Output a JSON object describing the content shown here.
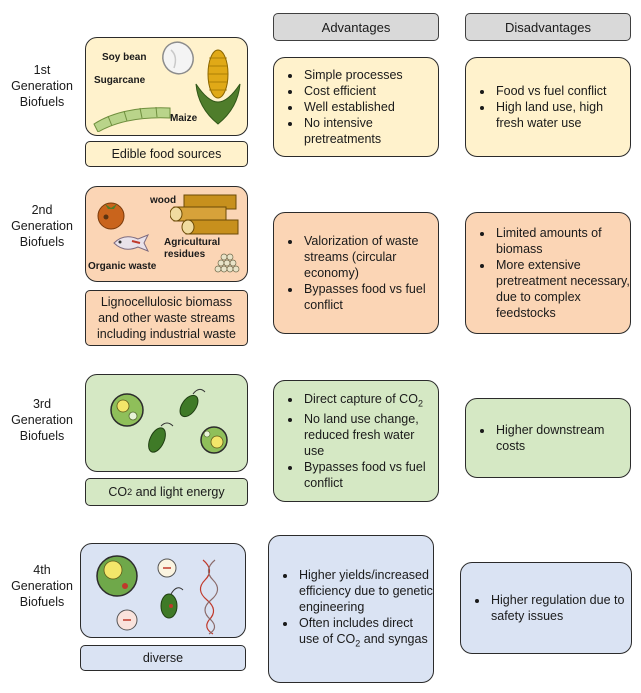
{
  "headers": {
    "advantages": "Advantages",
    "disadvantages": "Disadvantages"
  },
  "generations": [
    {
      "label_line1": "1st",
      "label_line2": "Generation",
      "label_line3": "Biofuels",
      "image_labels": [
        "Soy bean",
        "Sugarcane",
        "Maize"
      ],
      "source": "Edible food sources",
      "advantages": [
        "Simple processes",
        "Cost efficient",
        "Well established",
        "No intensive pretreatments"
      ],
      "disadvantages": [
        "Food vs fuel conflict",
        "High land use, high fresh water use"
      ],
      "color": "#fff2cc"
    },
    {
      "label_line1": "2nd",
      "label_line2": "Generation",
      "label_line3": "Biofuels",
      "image_labels": [
        "wood",
        "Agricultural residues",
        "Organic waste"
      ],
      "source": "Lignocellulosic biomass and other waste streams including industrial waste",
      "advantages": [
        "Valorization of waste streams (circular economy)",
        "Bypasses food vs fuel conflict"
      ],
      "disadvantages": [
        "Limited amounts of biomass",
        "More extensive pretreatment necessary, due to complex feedstocks"
      ],
      "color": "#fbd5b5"
    },
    {
      "label_line1": "3rd",
      "label_line2": "Generation",
      "label_line3": "Biofuels",
      "source_prefix": "CO",
      "source_sub": "2",
      "source_suffix": " and light energy",
      "advantages_a_prefix": "Direct capture of CO",
      "advantages_a_sub": "2",
      "advantages": [
        "No land use change, reduced fresh water use",
        "Bypasses food vs fuel conflict"
      ],
      "disadvantages": [
        "Higher downstream costs"
      ],
      "color": "#d5e8c4"
    },
    {
      "label_line1": "4th",
      "label_line2": "Generation",
      "label_line3": "Biofuels",
      "source": "diverse",
      "advantages": [
        "Higher yields/increased efficiency due to genetic engineering"
      ],
      "advantages_b_prefix": "Often includes direct use of CO",
      "advantages_b_sub": "2",
      "advantages_b_suffix": " and syngas",
      "disadvantages": [
        "Higher regulation due to safety issues"
      ],
      "color": "#dae3f3"
    }
  ]
}
